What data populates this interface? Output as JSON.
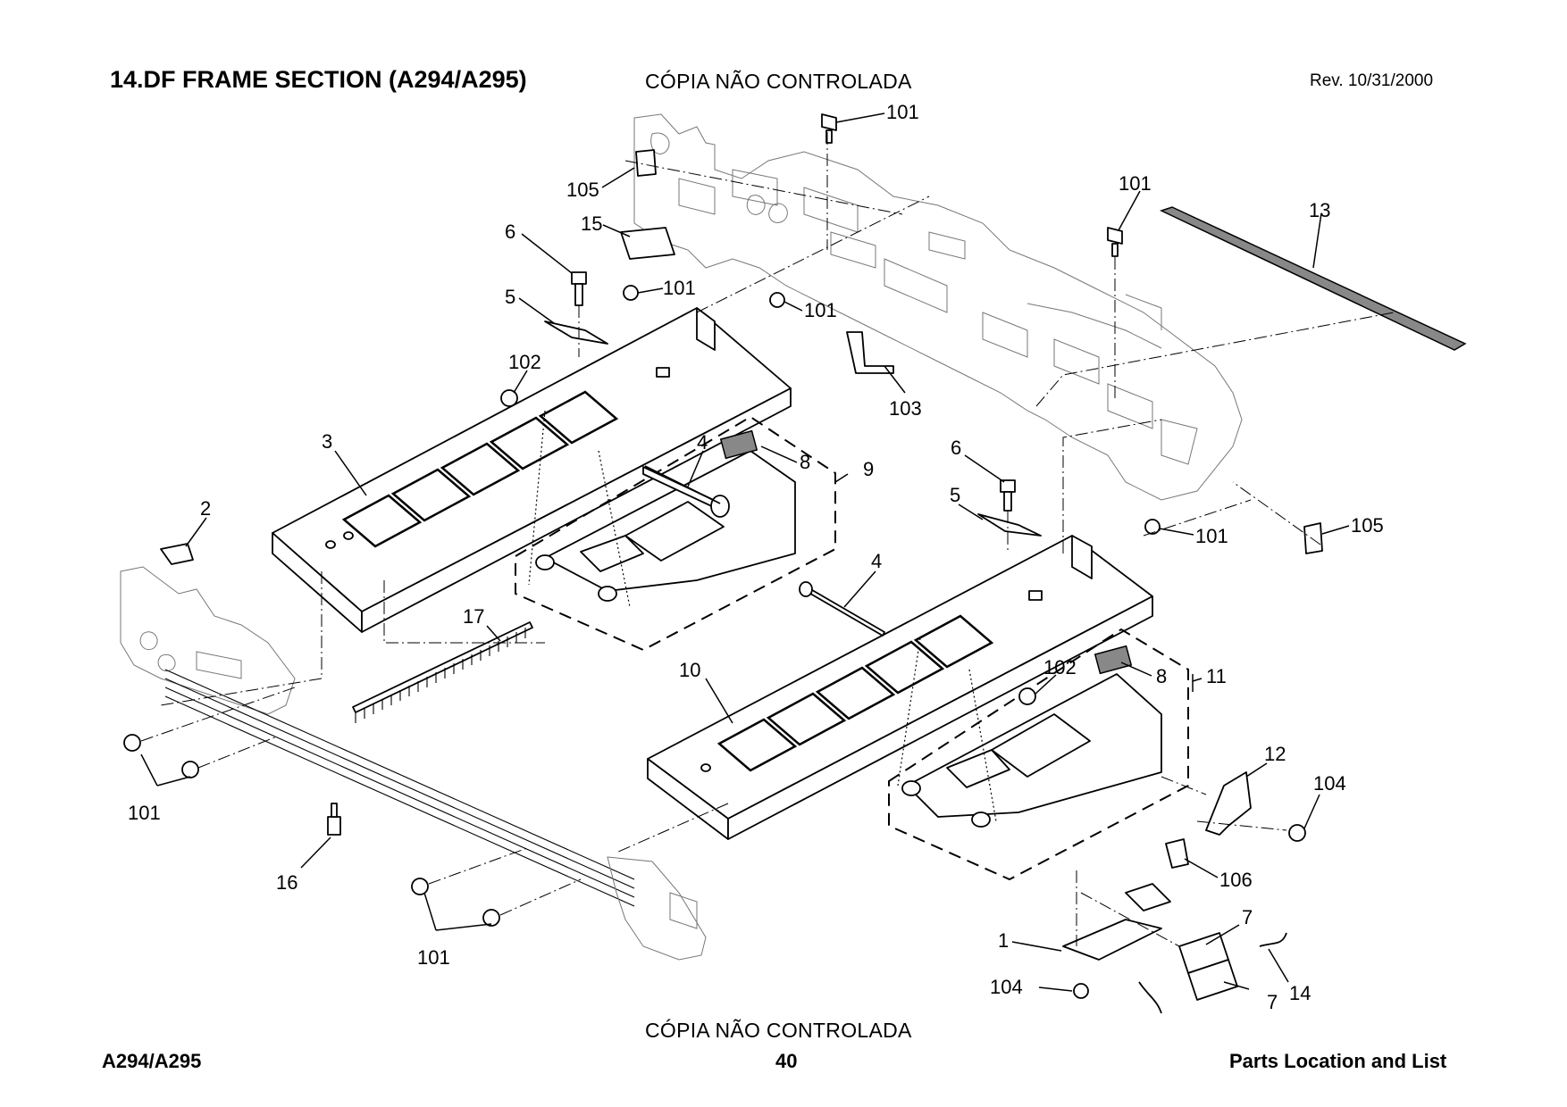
{
  "header": {
    "title": "14.DF FRAME SECTION (A294/A295)",
    "watermark": "CÓPIA NÃO CONTROLADA",
    "revision": "Rev. 10/31/2000"
  },
  "footer": {
    "watermark": "CÓPIA NÃO CONTROLADA",
    "model": "A294/A295",
    "page": "40",
    "section": "Parts Location and List"
  },
  "callouts": {
    "c101a": "101",
    "c105a": "105",
    "c15": "15",
    "c6a": "6",
    "c101b": "101",
    "c5a": "5",
    "c101c": "101",
    "c101d": "101",
    "c13": "13",
    "c102a": "102",
    "c103": "103",
    "c3": "3",
    "c4a": "4",
    "c8a": "8",
    "c9": "9",
    "c6b": "6",
    "c2": "2",
    "c5b": "5",
    "c101e": "101",
    "c105b": "105",
    "c4b": "4",
    "c17": "17",
    "c10": "10",
    "c102b": "102",
    "c8b": "8",
    "c11": "11",
    "c12": "12",
    "c104a": "104",
    "c101f": "101",
    "c16": "16",
    "c106": "106",
    "c7a": "7",
    "c1": "1",
    "c101g": "101",
    "c104b": "104",
    "c7b": "7",
    "c14": "14"
  }
}
